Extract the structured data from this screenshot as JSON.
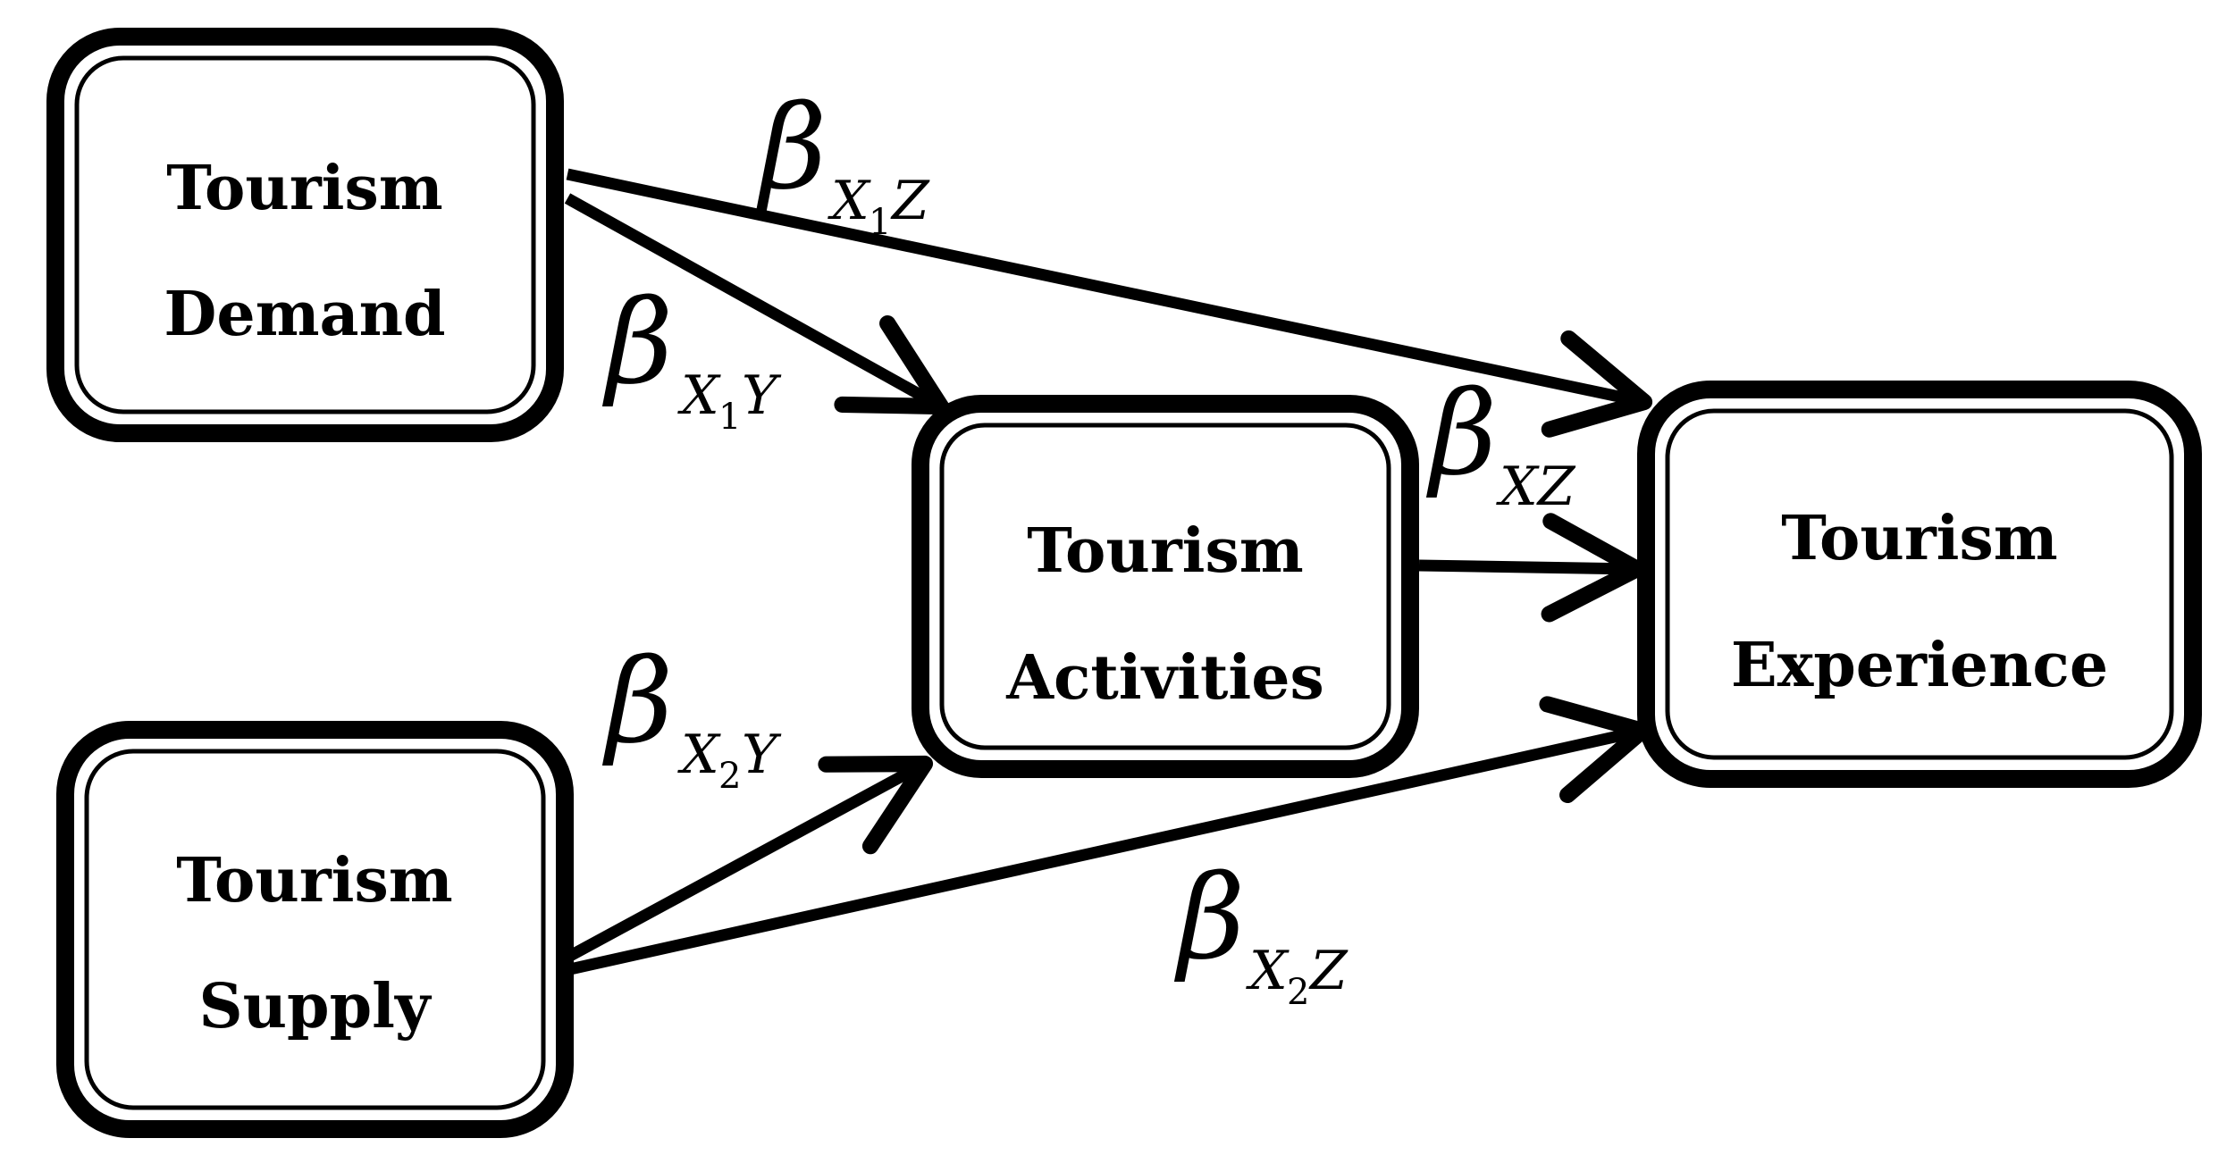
{
  "nodes": {
    "demand": {
      "line1": "Tourism",
      "line2": "Demand"
    },
    "supply": {
      "line1": "Tourism",
      "line2": "Supply"
    },
    "activities": {
      "line1": "Tourism",
      "line2": "Activities"
    },
    "experience": {
      "line1": "Tourism",
      "line2": "Experience"
    }
  },
  "paths": {
    "x1z": {
      "symbol": "β",
      "sub_a": "X",
      "sub_index": "1",
      "sub_b": "Z"
    },
    "x1y": {
      "symbol": "β",
      "sub_a": "X",
      "sub_index": "1",
      "sub_b": "Y"
    },
    "x2y": {
      "symbol": "β",
      "sub_a": "X",
      "sub_index": "2",
      "sub_b": "Y"
    },
    "x2z": {
      "symbol": "β",
      "sub_a": "X",
      "sub_index": "2",
      "sub_b": "Z"
    },
    "xz": {
      "symbol": "β",
      "sub": "XZ"
    }
  },
  "colors": {
    "stroke": "#000000",
    "fill": "#ffffff"
  }
}
